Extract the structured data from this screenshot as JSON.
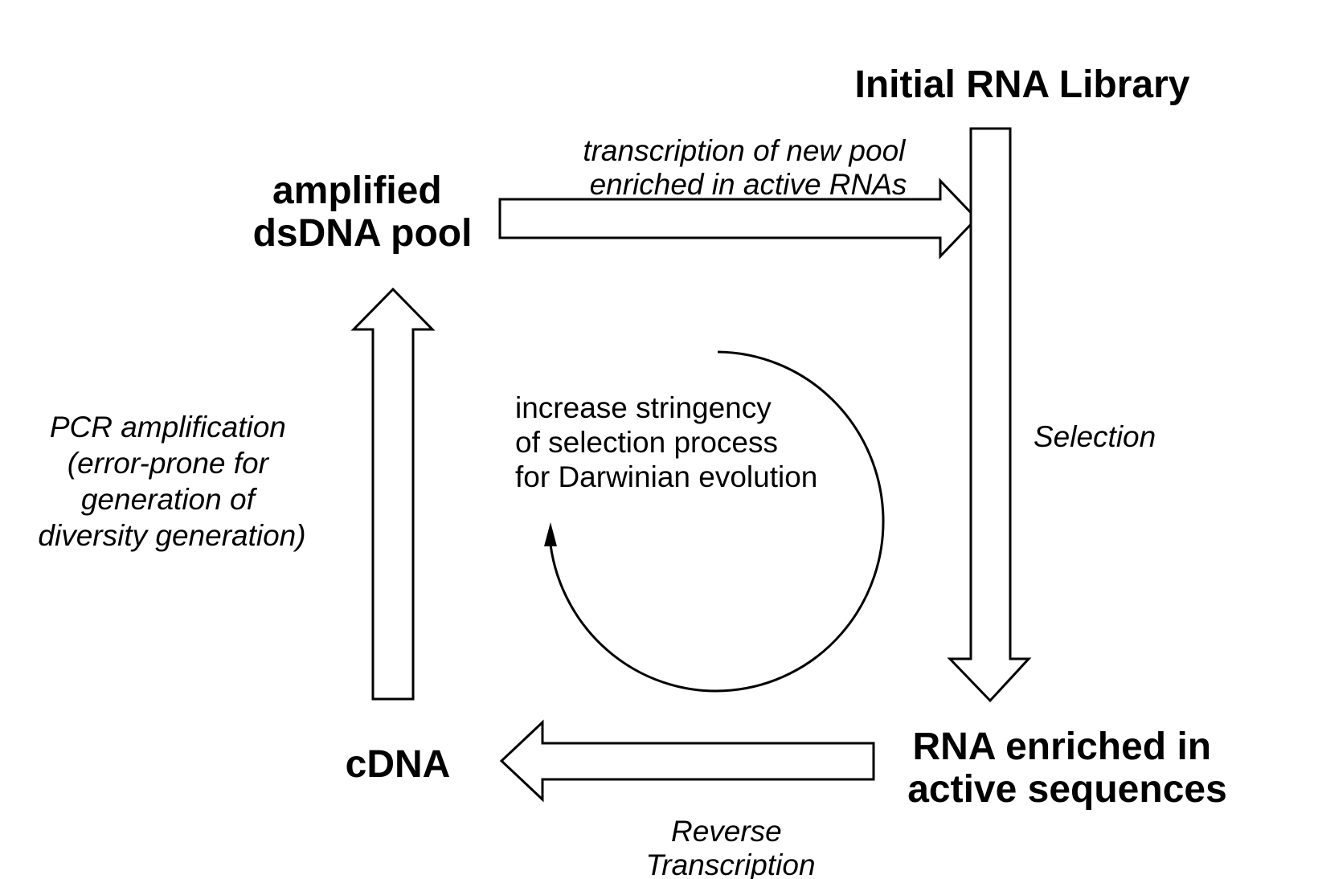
{
  "nodes": {
    "initial_library": "Initial RNA Library",
    "dsdna_pool": [
      "amplified",
      "dsDNA pool"
    ],
    "rna_enriched": [
      "RNA enriched in",
      "active sequences"
    ],
    "cdna": "cDNA"
  },
  "edges": {
    "transcription": [
      "transcription of new pool",
      "enriched in active RNAs"
    ],
    "selection": "Selection",
    "reverse_transcription": [
      "Reverse",
      "Transcription"
    ],
    "pcr_amplification": [
      "PCR amplification",
      "(error-prone for",
      "generation of",
      "diversity generation)"
    ]
  },
  "cycle_note": [
    "increase stringency",
    "of selection process",
    "for Darwinian evolution"
  ]
}
